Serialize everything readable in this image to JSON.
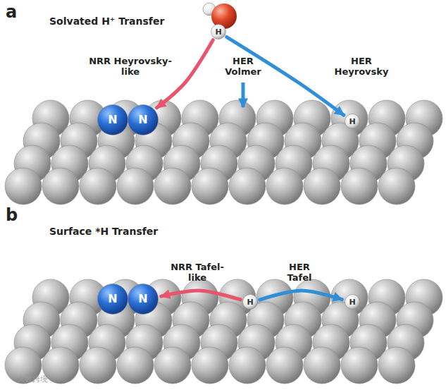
{
  "diagram": {
    "nodes": [
      {
        "text": [
          "H"
        ]
      },
      {
        "text": [
          "N"
        ]
      },
      {
        "text": [
          "N"
        ]
      },
      {
        "text": [
          "H"
        ]
      },
      {
        "text": [
          "N"
        ]
      },
      {
        "text": [
          "N"
        ]
      },
      {
        "text": [
          "H"
        ]
      },
      {
        "text": [
          "H"
        ]
      }
    ],
    "edges": [
      {
        "from": 0,
        "to": 2,
        "arrow": "to",
        "label": "NRR Heyrovsky-like"
      },
      {
        "from": 0,
        "to": 3,
        "arrow": "to",
        "label": "HER Heyrovsky"
      },
      {
        "from": 6,
        "to": 5,
        "arrow": "to",
        "label": "NRR Tafel-like"
      },
      {
        "from": 6,
        "to": 7,
        "arrow": "to",
        "label": "HER Tafel"
      }
    ],
    "labels": [
      "a",
      "Solvated H⁺ Transfer",
      "HER Volmer",
      "b",
      "Surface *H Transfer",
      "大數跨境"
    ]
  }
}
